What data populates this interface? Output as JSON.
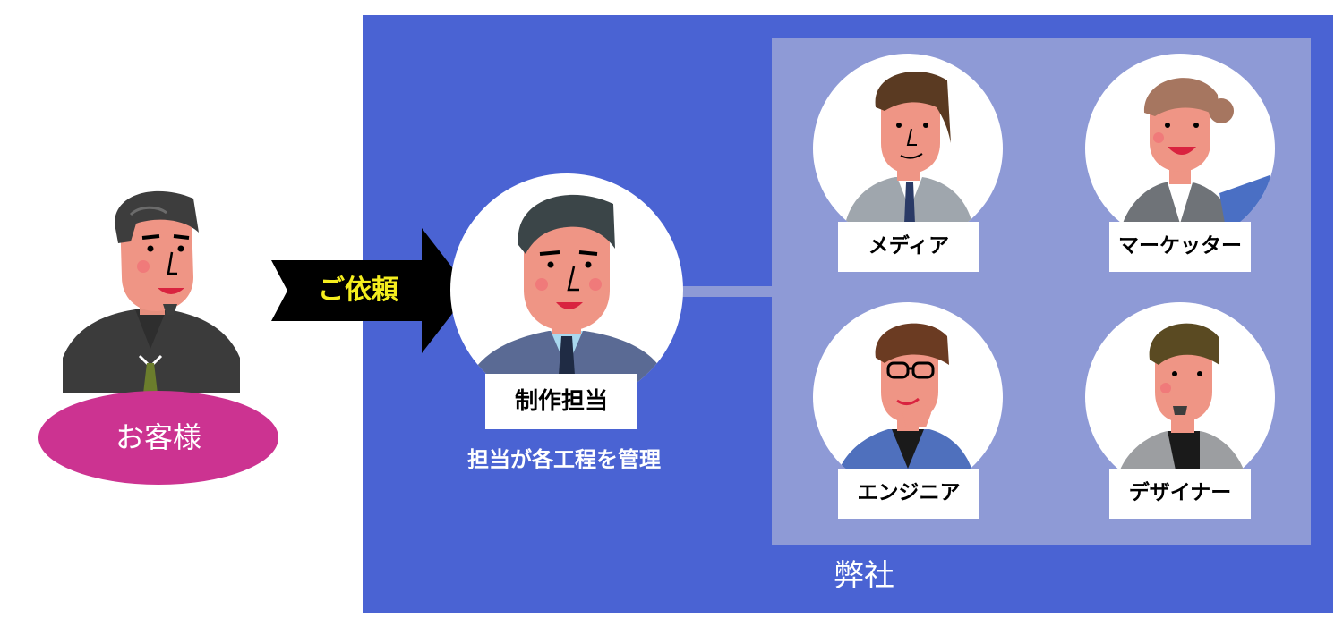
{
  "customer": {
    "label": "お客様",
    "icon": "customer-avatar-icon"
  },
  "request": {
    "label": "ご依頼",
    "color": "#f5ee1e"
  },
  "manager": {
    "label": "制作担当",
    "note": "担当が各工程を管理",
    "icon": "manager-avatar-icon"
  },
  "team": [
    {
      "label": "メディア",
      "icon": "media-avatar-icon"
    },
    {
      "label": "マーケッター",
      "icon": "marketer-avatar-icon"
    },
    {
      "label": "エンジニア",
      "icon": "engineer-avatar-icon"
    },
    {
      "label": "デザイナー",
      "icon": "designer-avatar-icon"
    }
  ],
  "company": {
    "label": "弊社"
  },
  "colors": {
    "company_panel": "#4a63d3",
    "team_panel": "#8e9ad6",
    "customer_badge": "#cc3391",
    "arrow": "#000000"
  }
}
